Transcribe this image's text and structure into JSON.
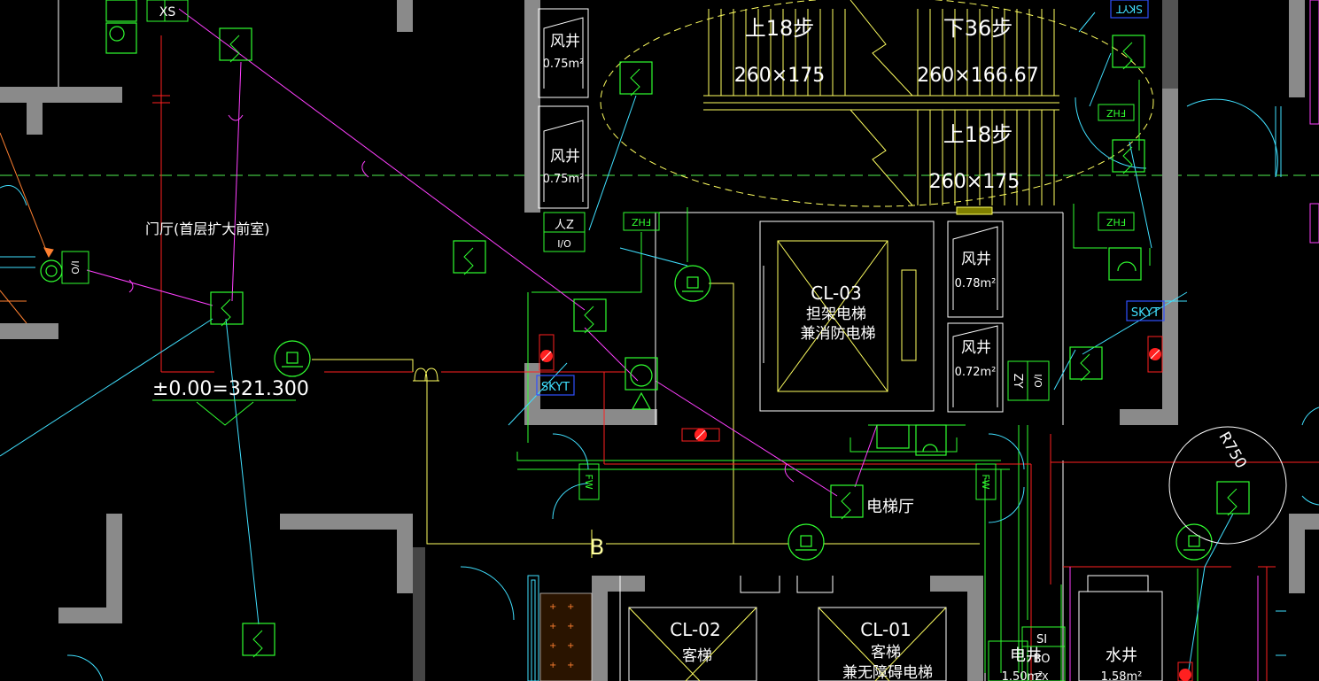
{
  "colors": {
    "background": "#000000",
    "wall": "#8a8a8a",
    "yellow": "#ffff60",
    "green": "#30ff30",
    "magenta": "#ff40ff",
    "cyan": "#40e0ff",
    "red": "#ff2020",
    "axis": "#40c040",
    "white": "#ffffff"
  },
  "labels": {
    "xs": "XS",
    "door_hall": "门厅(首层扩大前室)",
    "elevation": "±0.00=321.300",
    "skyt_top": "SKYT",
    "skyt_left": "SKYT",
    "skyt_right": "SKYT",
    "fhz_top": "FHZ",
    "fhz_mid": "FHZ",
    "fhz_bottom": "FHZ",
    "shaft_1": "风井",
    "shaft_1_area": "0.75m²",
    "shaft_2": "风井",
    "shaft_2_area": "0.75m²",
    "shaft_3": "风井",
    "shaft_3_area": "0.78m²",
    "shaft_4": "风井",
    "shaft_4_area": "0.72m²",
    "stair_up_1": "上18步",
    "stair_up_1_dim": "260×175",
    "stair_down": "下36步",
    "stair_down_dim": "260×166.67",
    "stair_up_2": "上18步",
    "stair_up_2_dim": "260×175",
    "elev_cl03": "CL-03",
    "elev_cl03_desc1": "担架电梯",
    "elev_cl03_desc2": "兼消防电梯",
    "elev_cl02": "CL-02",
    "elev_cl02_desc": "客梯",
    "elev_cl01": "CL-01",
    "elev_cl01_desc1": "客梯",
    "elev_cl01_desc2": "兼无障碍电梯",
    "elevator_hall": "电梯厅",
    "rz_left": "人Z",
    "io_left": "I/O",
    "io_hall": "I/O",
    "zy": "ZY",
    "io_right": "I/O",
    "fw_left": "FW",
    "fw_right": "FW",
    "b_mark": "B",
    "r750": "R750",
    "elec_shaft": "电井",
    "elec_area": "1.50m²",
    "water_shaft": "水井",
    "water_area": "1.58m²",
    "si": "SI",
    "bo": "BO",
    "zx": "ZX"
  }
}
